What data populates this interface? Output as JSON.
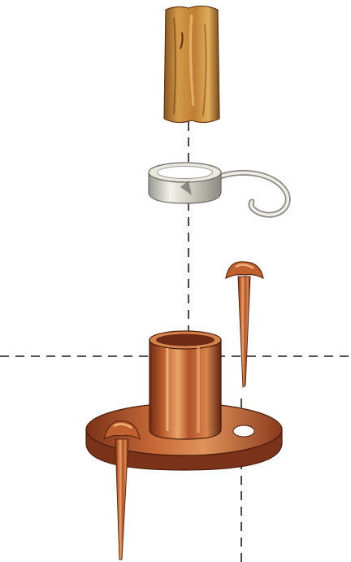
{
  "diagram": {
    "parts": [
      {
        "id": "wooden-pole",
        "icon": "wooden-pole-icon"
      },
      {
        "id": "metal-hook-ring",
        "icon": "hook-ring-icon"
      },
      {
        "id": "copper-stake",
        "icon": "copper-stake-icon"
      },
      {
        "id": "flanged-pole-holder",
        "icon": "pole-holder-icon"
      },
      {
        "id": "anchoring-spike",
        "icon": "spike-icon"
      }
    ],
    "guides": [
      {
        "id": "vertical-axis",
        "style": "dashed"
      },
      {
        "id": "ground-line",
        "style": "dashed"
      },
      {
        "id": "stake-axis",
        "style": "dashed"
      }
    ],
    "colors": {
      "wood": "#c9893d",
      "wood_dark": "#7a4a1a",
      "copper": "#b3532b",
      "copper_dark": "#6e2a14",
      "copper_light": "#e19a62",
      "silver": "#d9d9cf",
      "silver_dark": "#8a8a82",
      "line": "#1a1a1a"
    }
  }
}
